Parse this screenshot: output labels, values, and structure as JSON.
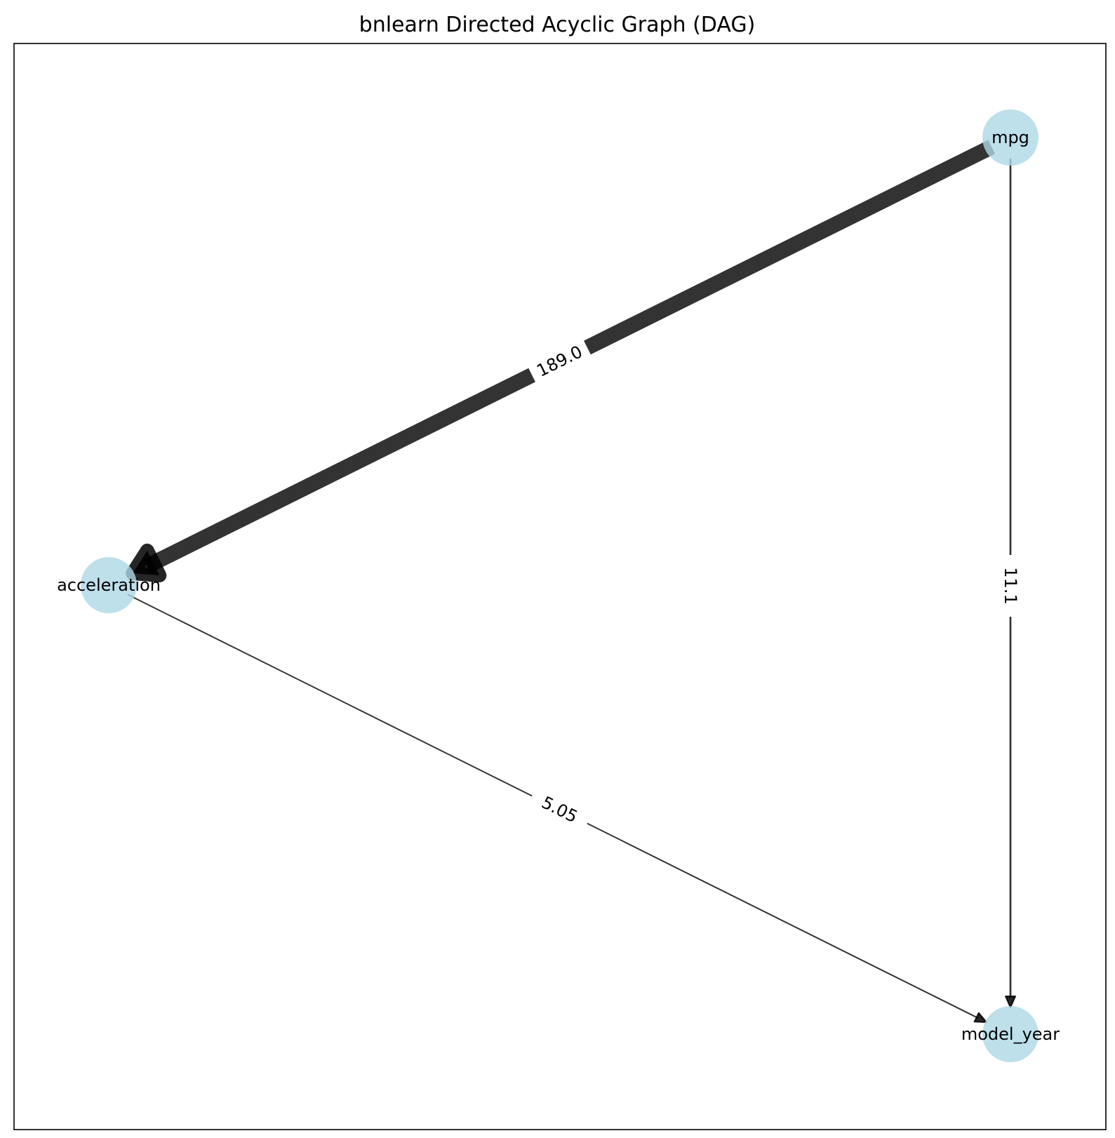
{
  "title": "bnlearn Directed Acyclic Graph (DAG)",
  "colors": {
    "node_fill": "#add8e6",
    "edge": "#000000",
    "frame": "#000000",
    "background": "#ffffff"
  },
  "graph": {
    "nodes": [
      {
        "id": "mpg",
        "label": "mpg"
      },
      {
        "id": "acceleration",
        "label": "acceleration"
      },
      {
        "id": "model_year",
        "label": "model_year"
      }
    ],
    "edges": [
      {
        "source": "mpg",
        "target": "acceleration",
        "weight": 189.0,
        "label": "189.0"
      },
      {
        "source": "mpg",
        "target": "model_year",
        "weight": 11.1,
        "label": "11.1"
      },
      {
        "source": "acceleration",
        "target": "model_year",
        "weight": 5.05,
        "label": "5.05"
      }
    ]
  }
}
